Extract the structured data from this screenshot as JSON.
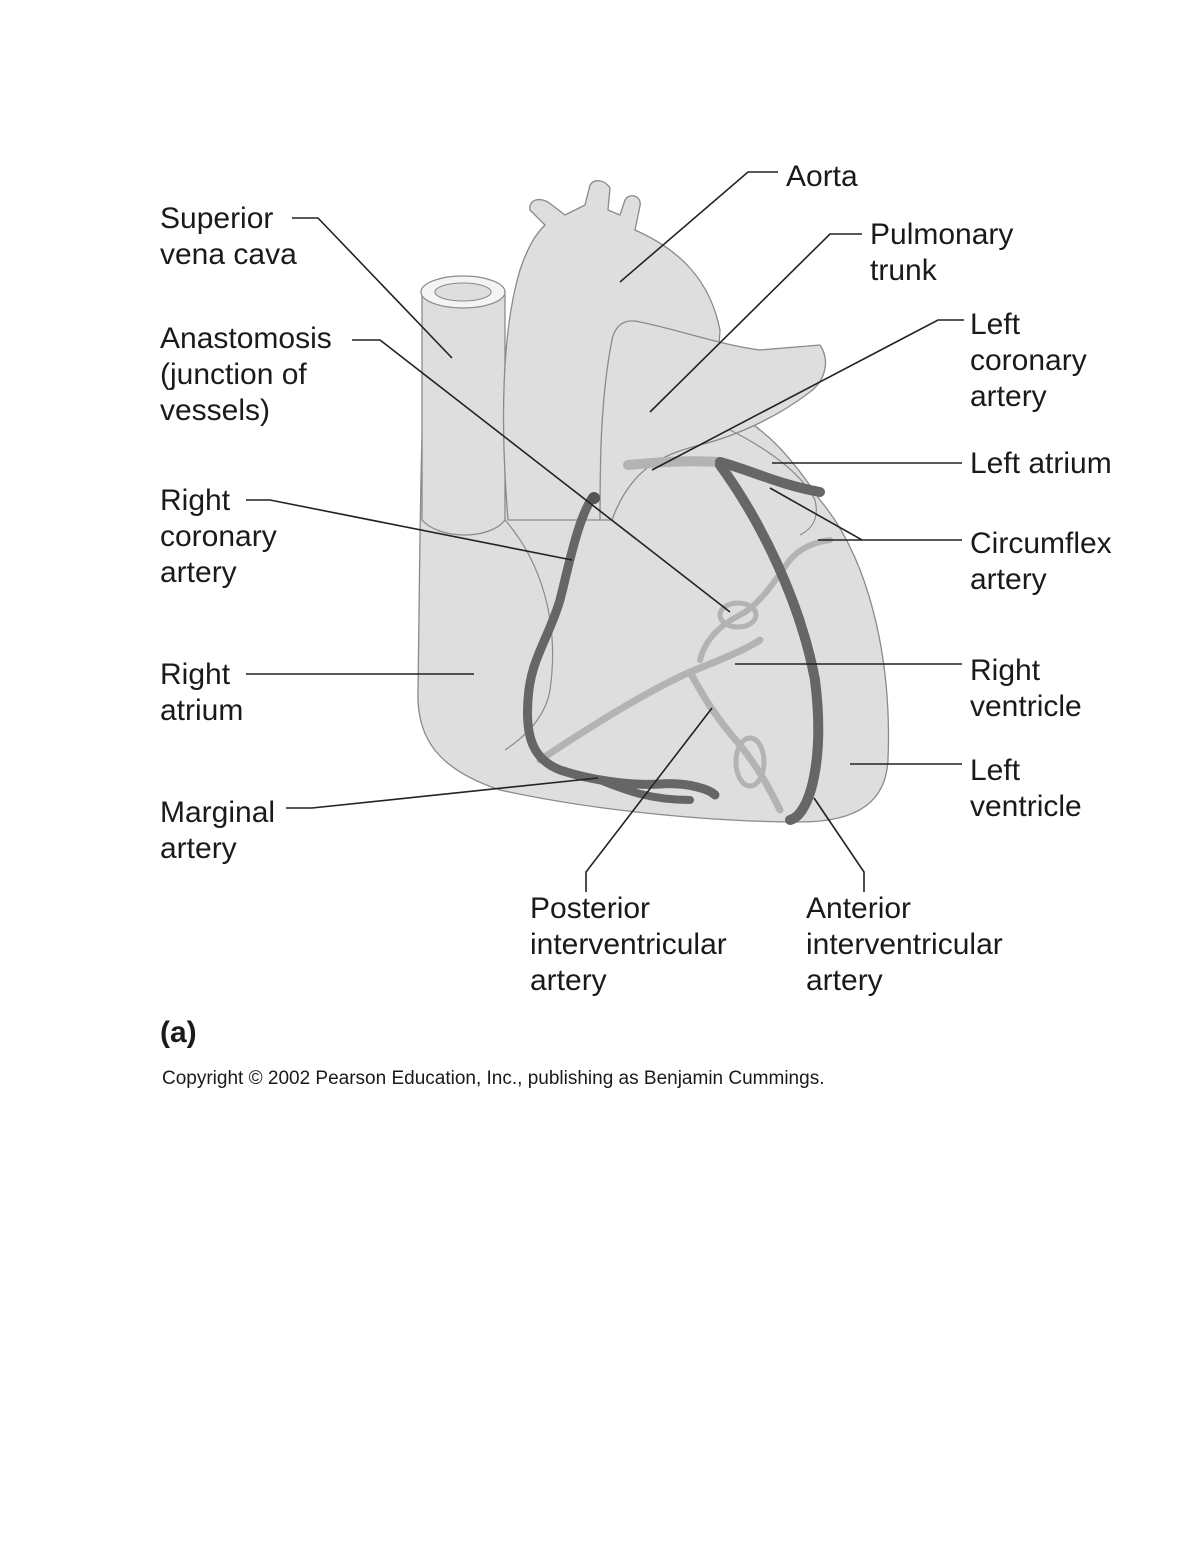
{
  "labels": {
    "aorta": [
      "Aorta"
    ],
    "superior_vena_cava": [
      "Superior",
      "vena cava"
    ],
    "pulmonary_trunk": [
      "Pulmonary",
      "trunk"
    ],
    "anastomosis": [
      "Anastomosis",
      "(junction of",
      "vessels)"
    ],
    "left_coronary_artery": [
      "Left",
      "coronary",
      "artery"
    ],
    "left_atrium": [
      "Left atrium"
    ],
    "right_coronary_artery": [
      "Right",
      "coronary",
      "artery"
    ],
    "circumflex_artery": [
      "Circumflex",
      "artery"
    ],
    "right_atrium": [
      "Right",
      "atrium"
    ],
    "right_ventricle": [
      "Right",
      "ventricle"
    ],
    "left_ventricle": [
      "Left",
      "ventricle"
    ],
    "marginal_artery": [
      "Marginal",
      "artery"
    ],
    "posterior_interventricular_artery": [
      "Posterior",
      "interventricular",
      "artery"
    ],
    "anterior_interventricular_artery": [
      "Anterior",
      "interventricular",
      "artery"
    ]
  },
  "panel_label": "(a)",
  "copyright": "Copyright © 2002 Pearson Education, Inc., publishing as Benjamin Cummings.",
  "colors": {
    "heart_fill": "#dedede",
    "heart_outline": "#8a8a8a",
    "artery_dark": "#666666",
    "artery_light": "#b3b3b3",
    "text": "#1a1a1a"
  }
}
